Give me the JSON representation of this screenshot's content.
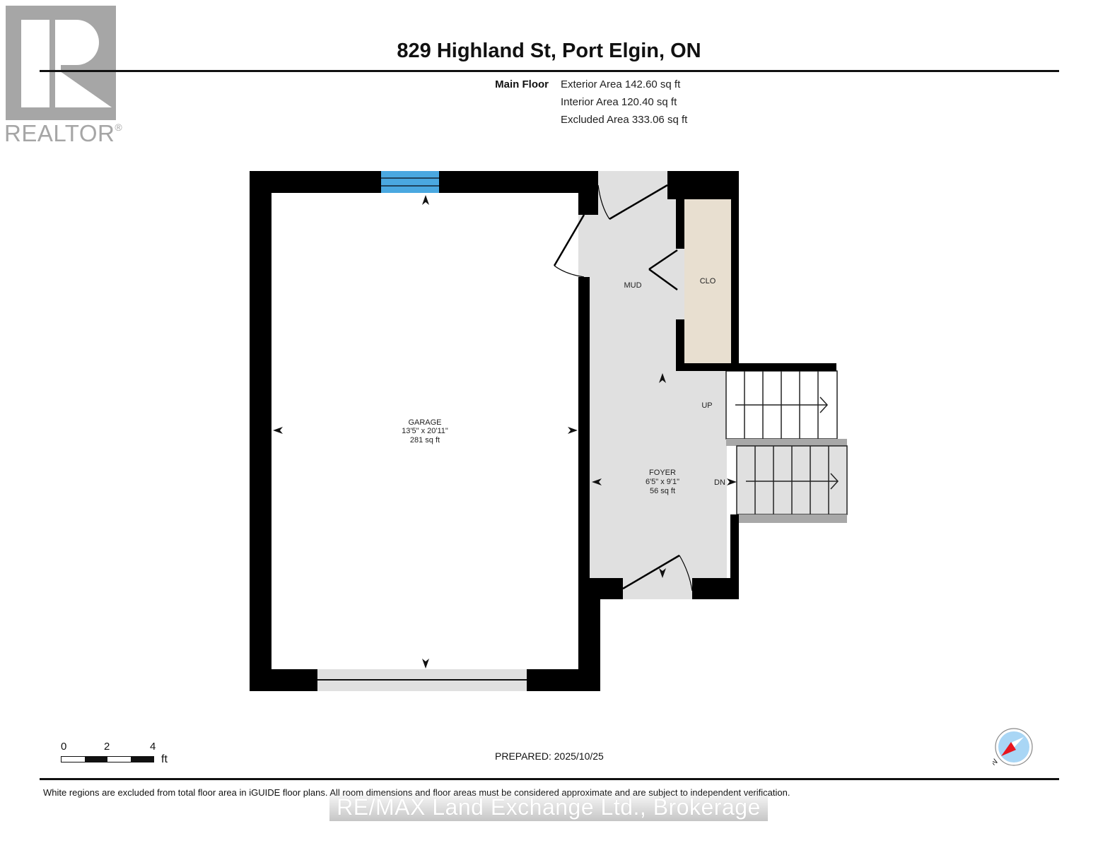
{
  "header": {
    "title": "829 Highland St, Port Elgin, ON",
    "logo": {
      "icon": "realtor-r-logo-icon",
      "word": "REALTOR",
      "mark": "®"
    }
  },
  "floor_summary": {
    "floor_name": "Main Floor",
    "exterior_area": "Exterior Area 142.60 sq ft",
    "interior_area": "Interior Area 120.40 sq ft",
    "excluded_area": "Excluded Area 333.06 sq ft"
  },
  "rooms": {
    "garage": {
      "name": "GARAGE",
      "dimensions": "13'5\" x 20'11\"",
      "area": "281 sq ft"
    },
    "mud": {
      "name": "MUD"
    },
    "closet": {
      "name": "CLO"
    },
    "foyer": {
      "name": "FOYER",
      "dimensions": "6'5\" x 9'1\"",
      "area": "56 sq ft"
    },
    "stairs_up": {
      "label": "UP"
    },
    "stairs_down": {
      "label": "DN"
    }
  },
  "colors": {
    "wall": "#000000",
    "included_floor": "#e0e0e0",
    "closet_floor": "#e8dfd0",
    "window": "#4aa8e0",
    "stair_landing": "#a8a8a8",
    "compass_red": "#e8161e",
    "compass_blue": "#a9d6f5"
  },
  "scale": {
    "ticks": [
      "0",
      "2",
      "4"
    ],
    "unit": "ft"
  },
  "footer": {
    "prepared": "PREPARED: 2025/10/25",
    "compass_label": "N",
    "disclaimer": "White regions are excluded from total floor area in iGUIDE floor plans. All room dimensions and floor areas must be considered approximate and are subject to independent verification.",
    "watermark": "RE/MAX Land Exchange Ltd., Brokerage"
  }
}
